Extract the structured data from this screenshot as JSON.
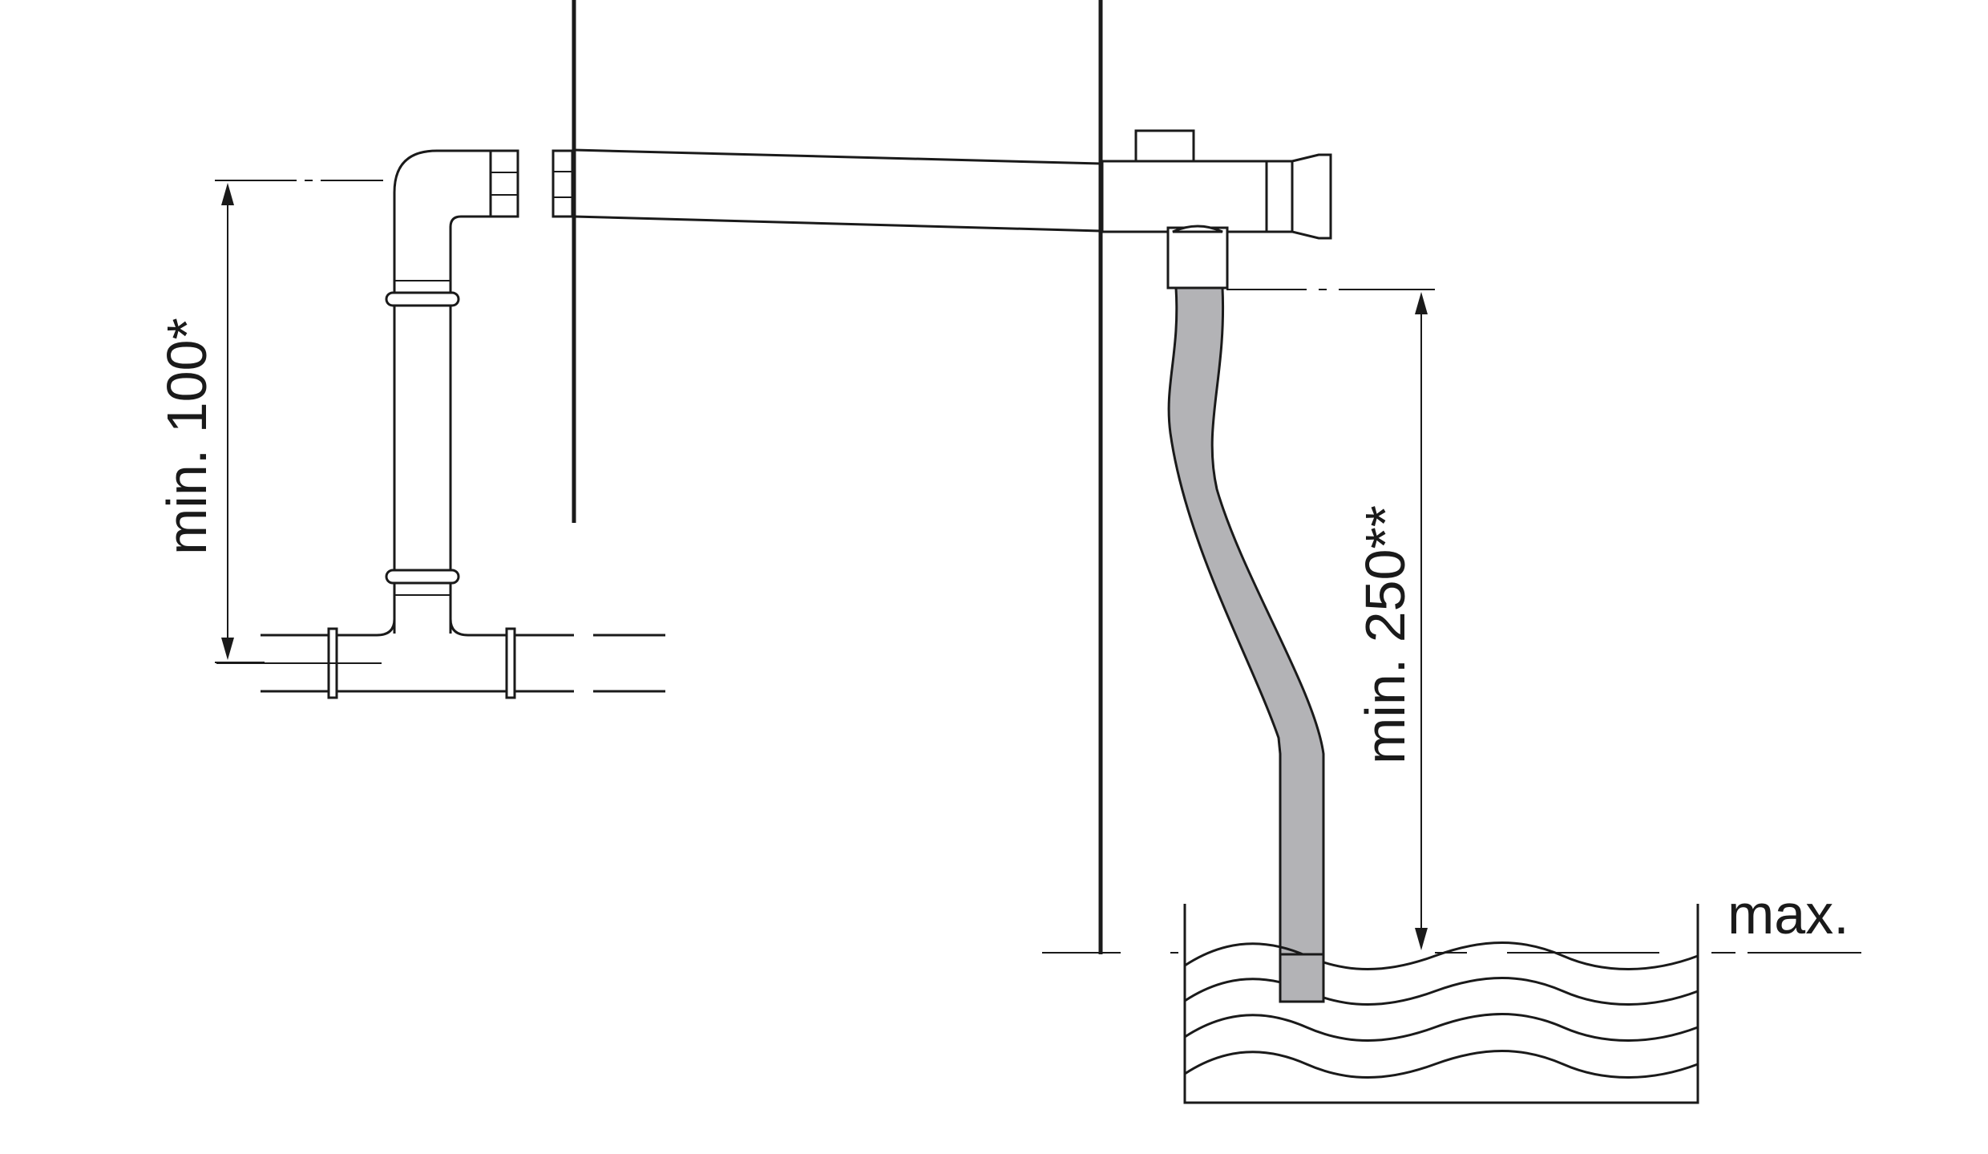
{
  "labels": {
    "min_100": "min. 100*",
    "min_250": "min. 250**",
    "max": "max."
  },
  "colors": {
    "line": "#1a1a1a",
    "hose": "#b3b3b6",
    "background": "#ffffff"
  },
  "icons": {
    "dimension_arrow": "arrow-icon"
  }
}
